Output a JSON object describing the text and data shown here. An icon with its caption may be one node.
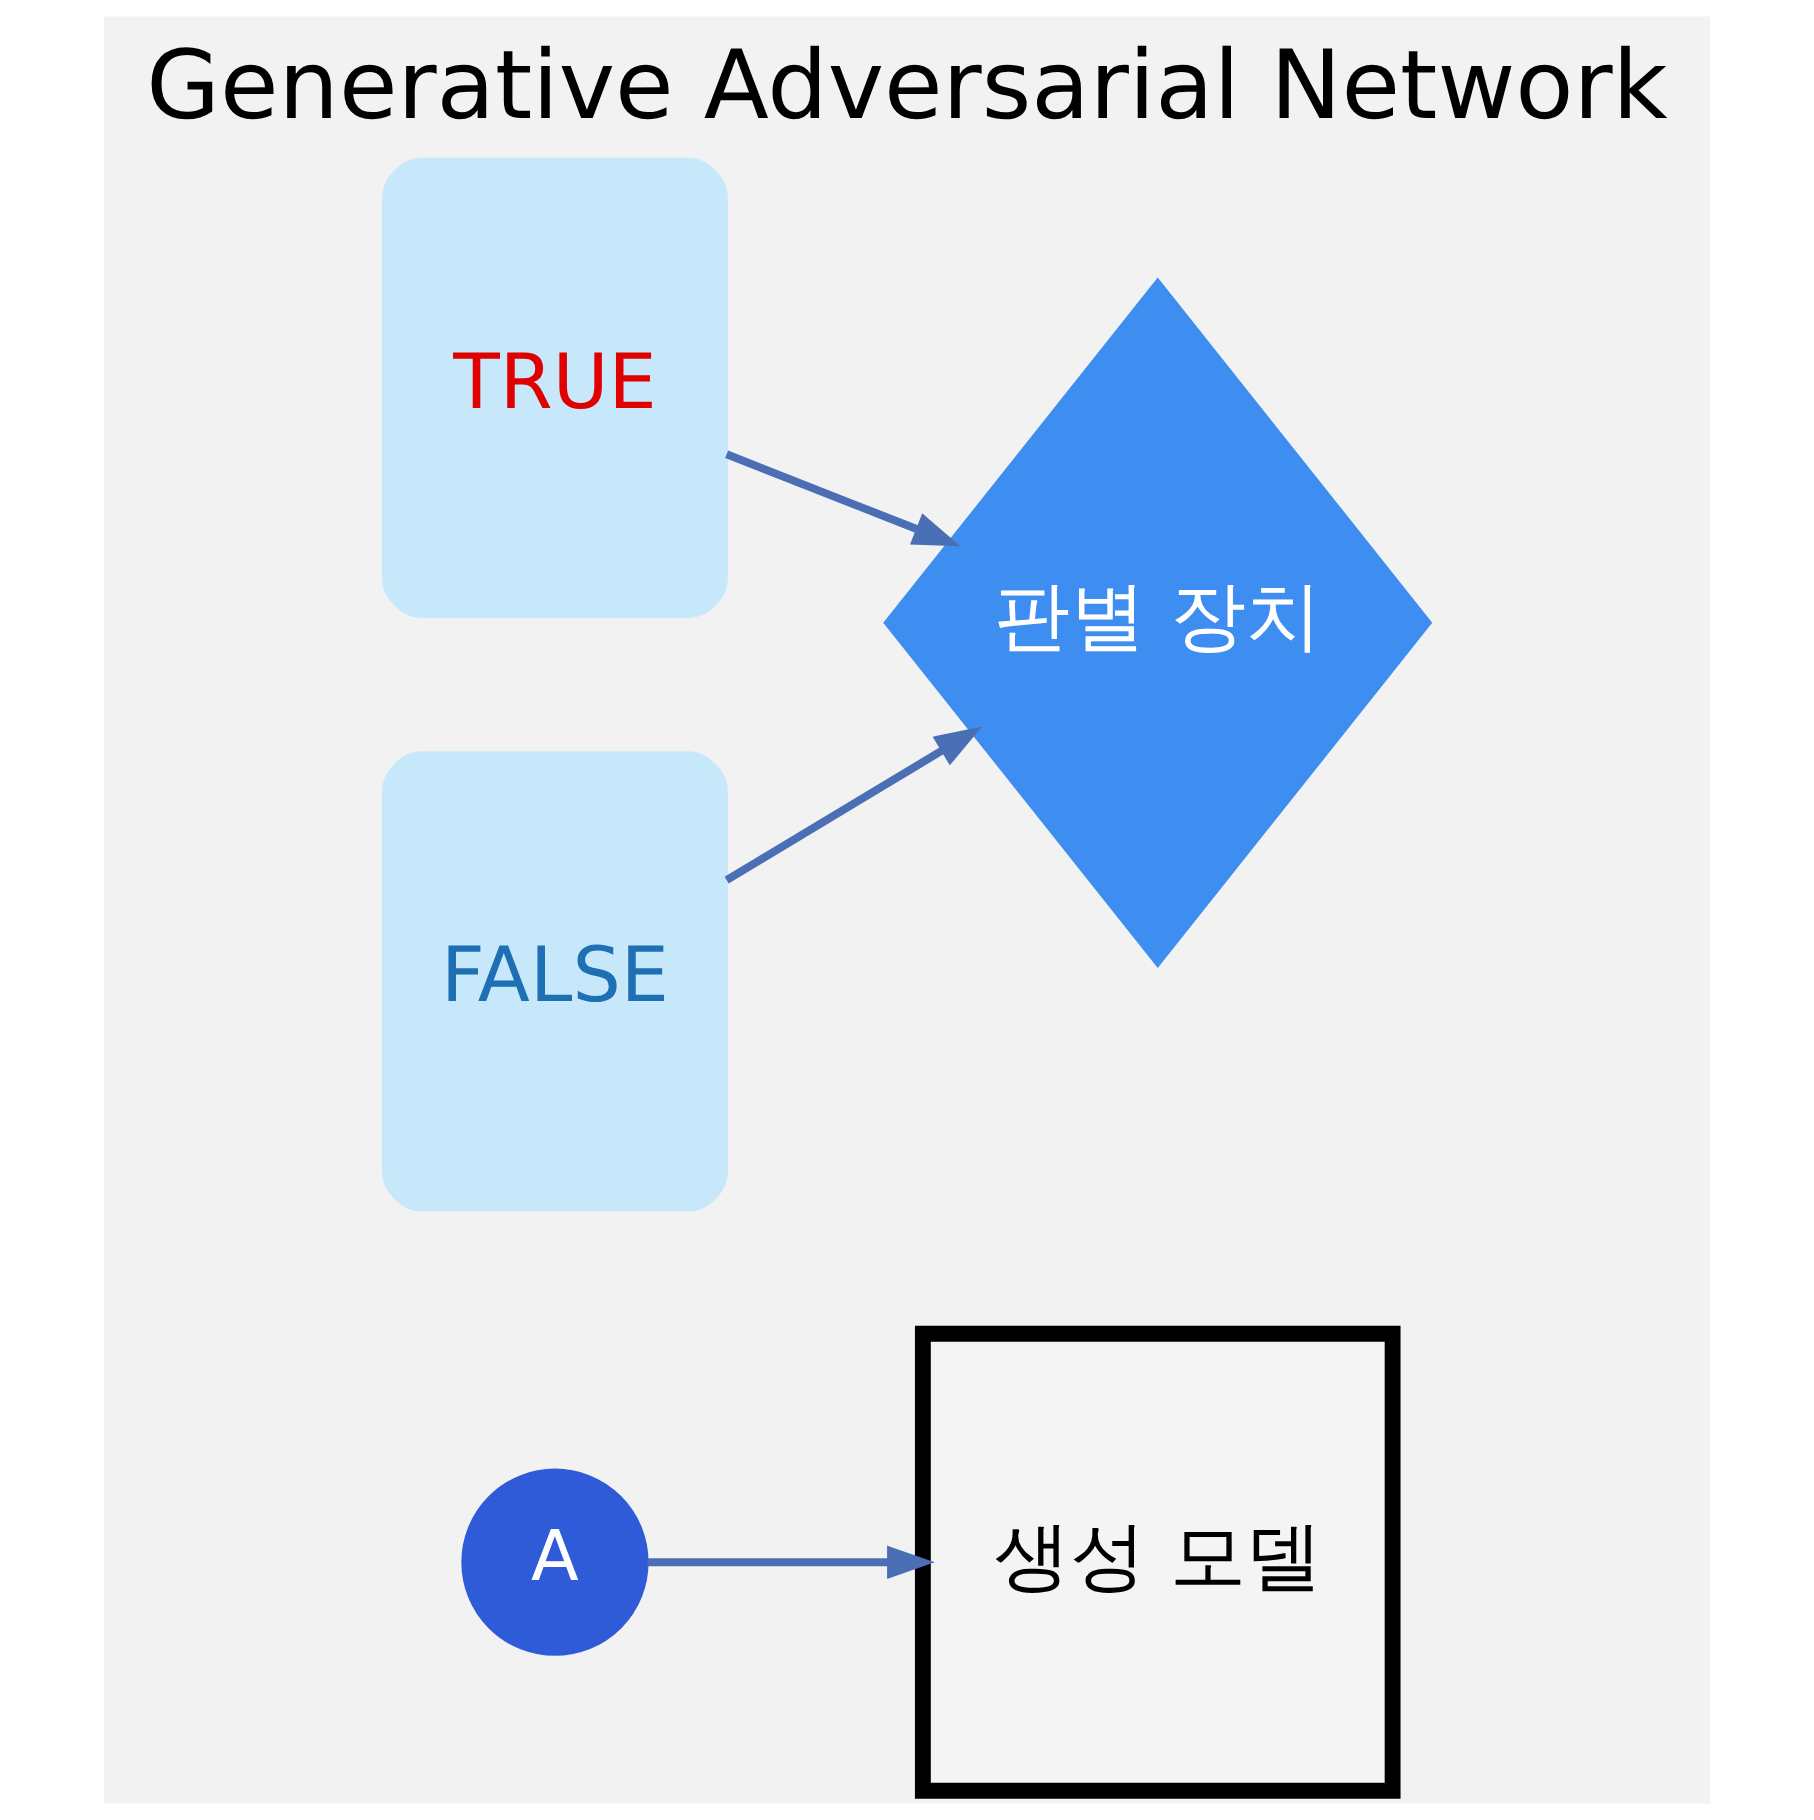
{
  "diagram": {
    "title": "Generative Adversarial Network",
    "nodes": [
      {
        "text": [
          "A"
        ]
      },
      {
        "text": [
          "생성 모델"
        ]
      },
      {
        "text": [
          "TRUE"
        ]
      },
      {
        "text": [
          "FALSE"
        ]
      },
      {
        "text": [
          "판별 장치"
        ]
      }
    ],
    "edges": [
      {
        "from": 0,
        "to": 1,
        "arrow": "to"
      },
      {
        "from": 2,
        "to": 4,
        "arrow": "to"
      },
      {
        "from": 3,
        "to": 4,
        "arrow": "to"
      }
    ]
  }
}
